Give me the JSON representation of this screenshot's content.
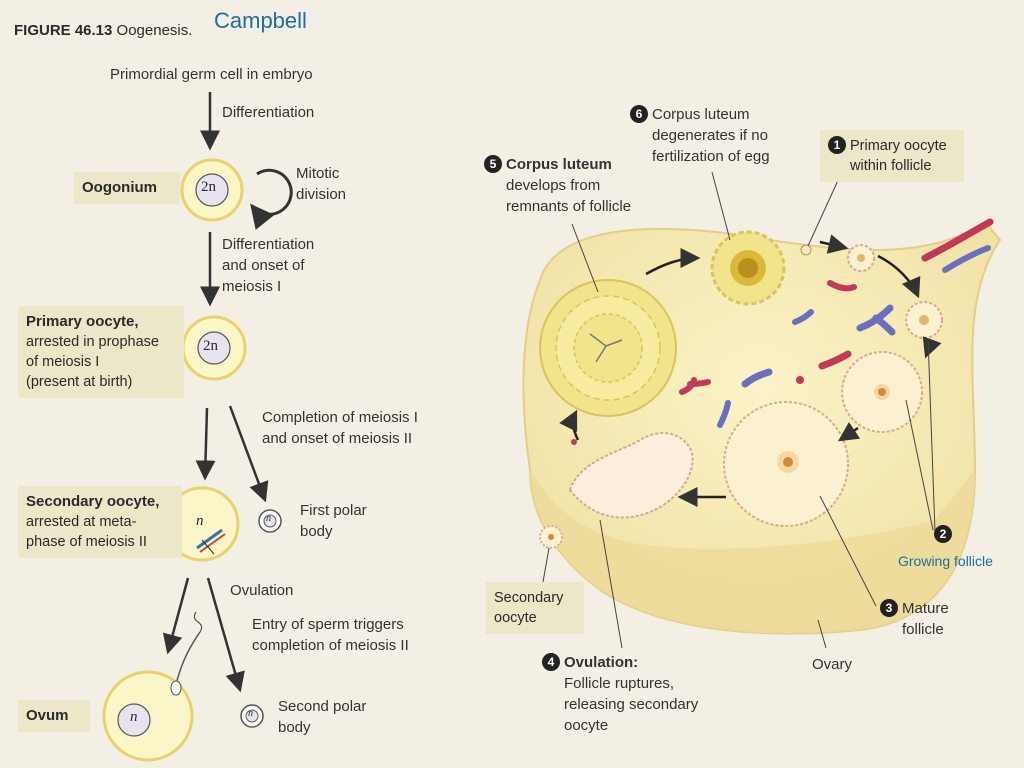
{
  "header": {
    "figure_label": "FIGURE 46.13",
    "figure_name": "Oogenesis.",
    "source": "Campbell"
  },
  "left": {
    "primordial": "Primordial germ cell in embryo",
    "differentiation": "Differentiation",
    "mitotic": [
      "Mitotic",
      "division"
    ],
    "diff_meiosis": [
      "Differentiation",
      "and onset of",
      "meiosis I"
    ],
    "completion1": [
      "Completion of meiosis I",
      "and onset of meiosis II"
    ],
    "first_polar": [
      "First polar",
      "body"
    ],
    "ovulation": "Ovulation",
    "entry_sperm": [
      "Entry of sperm triggers",
      "completion of meiosis II"
    ],
    "second_polar": [
      "Second polar",
      "body"
    ],
    "oogonium": {
      "title": "Oogonium"
    },
    "primary": {
      "title": "Primary oocyte,",
      "lines": [
        "arrested in prophase",
        "of meiosis I",
        "(present at birth)"
      ]
    },
    "secondary": {
      "title": "Secondary oocyte,",
      "lines": [
        "arrested at meta-",
        "phase of meiosis II"
      ]
    },
    "ovum": {
      "title": "Ovum"
    },
    "cell_labels": {
      "two_n": "2n",
      "n": "n"
    }
  },
  "right": {
    "step1": {
      "num": "1",
      "lines": [
        "Primary oocyte",
        "within follicle"
      ]
    },
    "step2": {
      "num": "2",
      "label": "Growing follicle"
    },
    "step3": {
      "num": "3",
      "lines": [
        "Mature",
        "follicle"
      ]
    },
    "step4": {
      "num": "4",
      "title": "Ovulation:",
      "lines": [
        "Follicle ruptures,",
        "releasing secondary",
        "oocyte"
      ]
    },
    "step5": {
      "num": "5",
      "title": "Corpus luteum",
      "lines": [
        "develops from",
        "remnants of follicle"
      ]
    },
    "step6": {
      "num": "6",
      "lines": [
        "Corpus luteum",
        "degenerates if no",
        "fertilization of egg"
      ]
    },
    "secondary_oocyte": [
      "Secondary",
      "oocyte"
    ],
    "ovary": "Ovary"
  },
  "colors": {
    "cell_fill": "#fbf6c8",
    "cell_ring": "#e7d36a",
    "nucleus": "#e9e3f0",
    "ovary": "#f6eab4",
    "corpus": "#f1e48a",
    "vessel_red": "#c23a55",
    "vessel_blue": "#6a6fbf",
    "campbell_blue": "#1a6fa3"
  }
}
